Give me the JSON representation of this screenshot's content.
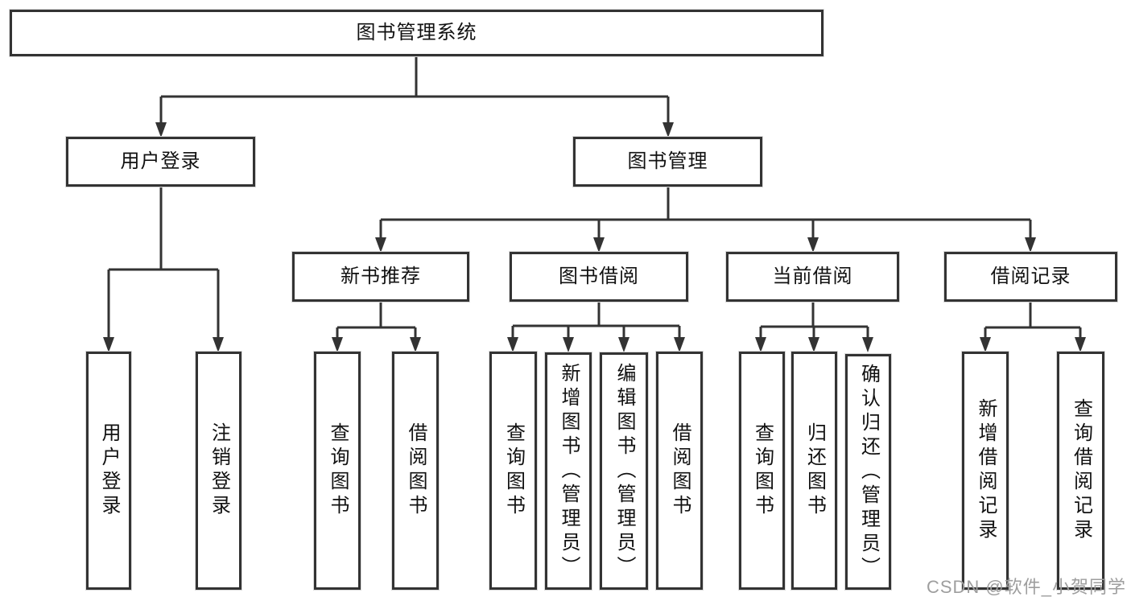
{
  "tree": {
    "root": {
      "label": "图书管理系统",
      "children": [
        {
          "label": "用户登录",
          "children": [
            {
              "label": "用户登录"
            },
            {
              "label": "注销登录"
            }
          ]
        },
        {
          "label": "图书管理",
          "children": [
            {
              "label": "新书推荐",
              "children": [
                {
                  "label": "查询图书"
                },
                {
                  "label": "借阅图书"
                }
              ]
            },
            {
              "label": "图书借阅",
              "children": [
                {
                  "label": "查询图书"
                },
                {
                  "label": "新增图书（管理员）"
                },
                {
                  "label": "编辑图书（管理员）"
                },
                {
                  "label": "借阅图书"
                }
              ]
            },
            {
              "label": "当前借阅",
              "children": [
                {
                  "label": "查询图书"
                },
                {
                  "label": "归还图书"
                },
                {
                  "label": "确认归还（管理员）"
                }
              ]
            },
            {
              "label": "借阅记录",
              "children": [
                {
                  "label": "新增借阅记录"
                },
                {
                  "label": "查询借阅记录"
                }
              ]
            }
          ]
        }
      ]
    }
  },
  "watermark": {
    "text": "CSDN @软件_小贺同学"
  },
  "colors": {
    "line": "#333333",
    "text": "#111111",
    "watermark": "#9e9e9e",
    "background": "#ffffff"
  }
}
